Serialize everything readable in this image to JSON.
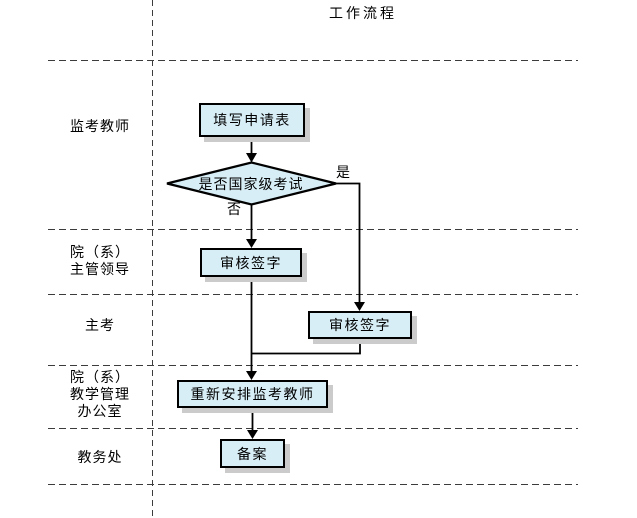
{
  "title": "工作流程",
  "colors": {
    "shape_fill": "#d8eef6",
    "shape_border": "#000000",
    "shape_shadow": "#cbcbcb",
    "swimlane_dash": "#3c3c3c",
    "connector": "#000000"
  },
  "lanes": [
    {
      "name": "proctor-teacher",
      "lines": [
        "监考教师"
      ]
    },
    {
      "name": "dept-supervisor-leader",
      "lines": [
        "院（系）",
        "主管领导"
      ]
    },
    {
      "name": "chief-examiner",
      "lines": [
        "主考"
      ]
    },
    {
      "name": "dept-teaching-admin-office",
      "lines": [
        "院（系）",
        "教学管理",
        "办公室"
      ]
    },
    {
      "name": "academic-affairs-office",
      "lines": [
        "教务处"
      ]
    }
  ],
  "nodes": {
    "fill_application_form": "填写申请表",
    "is_national_exam": "是否国家级考试",
    "review_sign_dept": "审核签字",
    "review_sign_examiner": "审核签字",
    "rearrange_proctors": "重新安排监考教师",
    "filing": "备案"
  },
  "branch_labels": {
    "yes": "是",
    "no": "否"
  }
}
